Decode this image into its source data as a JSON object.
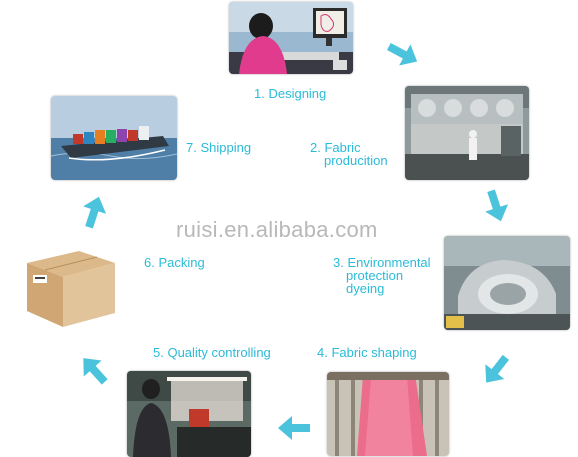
{
  "diagram": {
    "steps": [
      {
        "id": "designing",
        "label": "1. Designing"
      },
      {
        "id": "fabric-production",
        "label_lines": [
          "2. Fabric",
          "producition"
        ]
      },
      {
        "id": "dyeing",
        "label_lines": [
          "3. Environmental",
          "protection",
          "dyeing"
        ]
      },
      {
        "id": "fabric-shaping",
        "label": "4. Fabric shaping"
      },
      {
        "id": "quality",
        "label": "5. Quality controlling"
      },
      {
        "id": "packing",
        "label": "6. Packing"
      },
      {
        "id": "shipping",
        "label": "7. Shipping"
      }
    ],
    "watermark": "ruisi.en.alibaba.com"
  },
  "colors": {
    "label_text": "#2bbbd8",
    "arrow": "#4cc3dd",
    "watermark": "#b8b8b8"
  },
  "icons": {
    "flow_arrow": "chevron-arrow-icon"
  }
}
